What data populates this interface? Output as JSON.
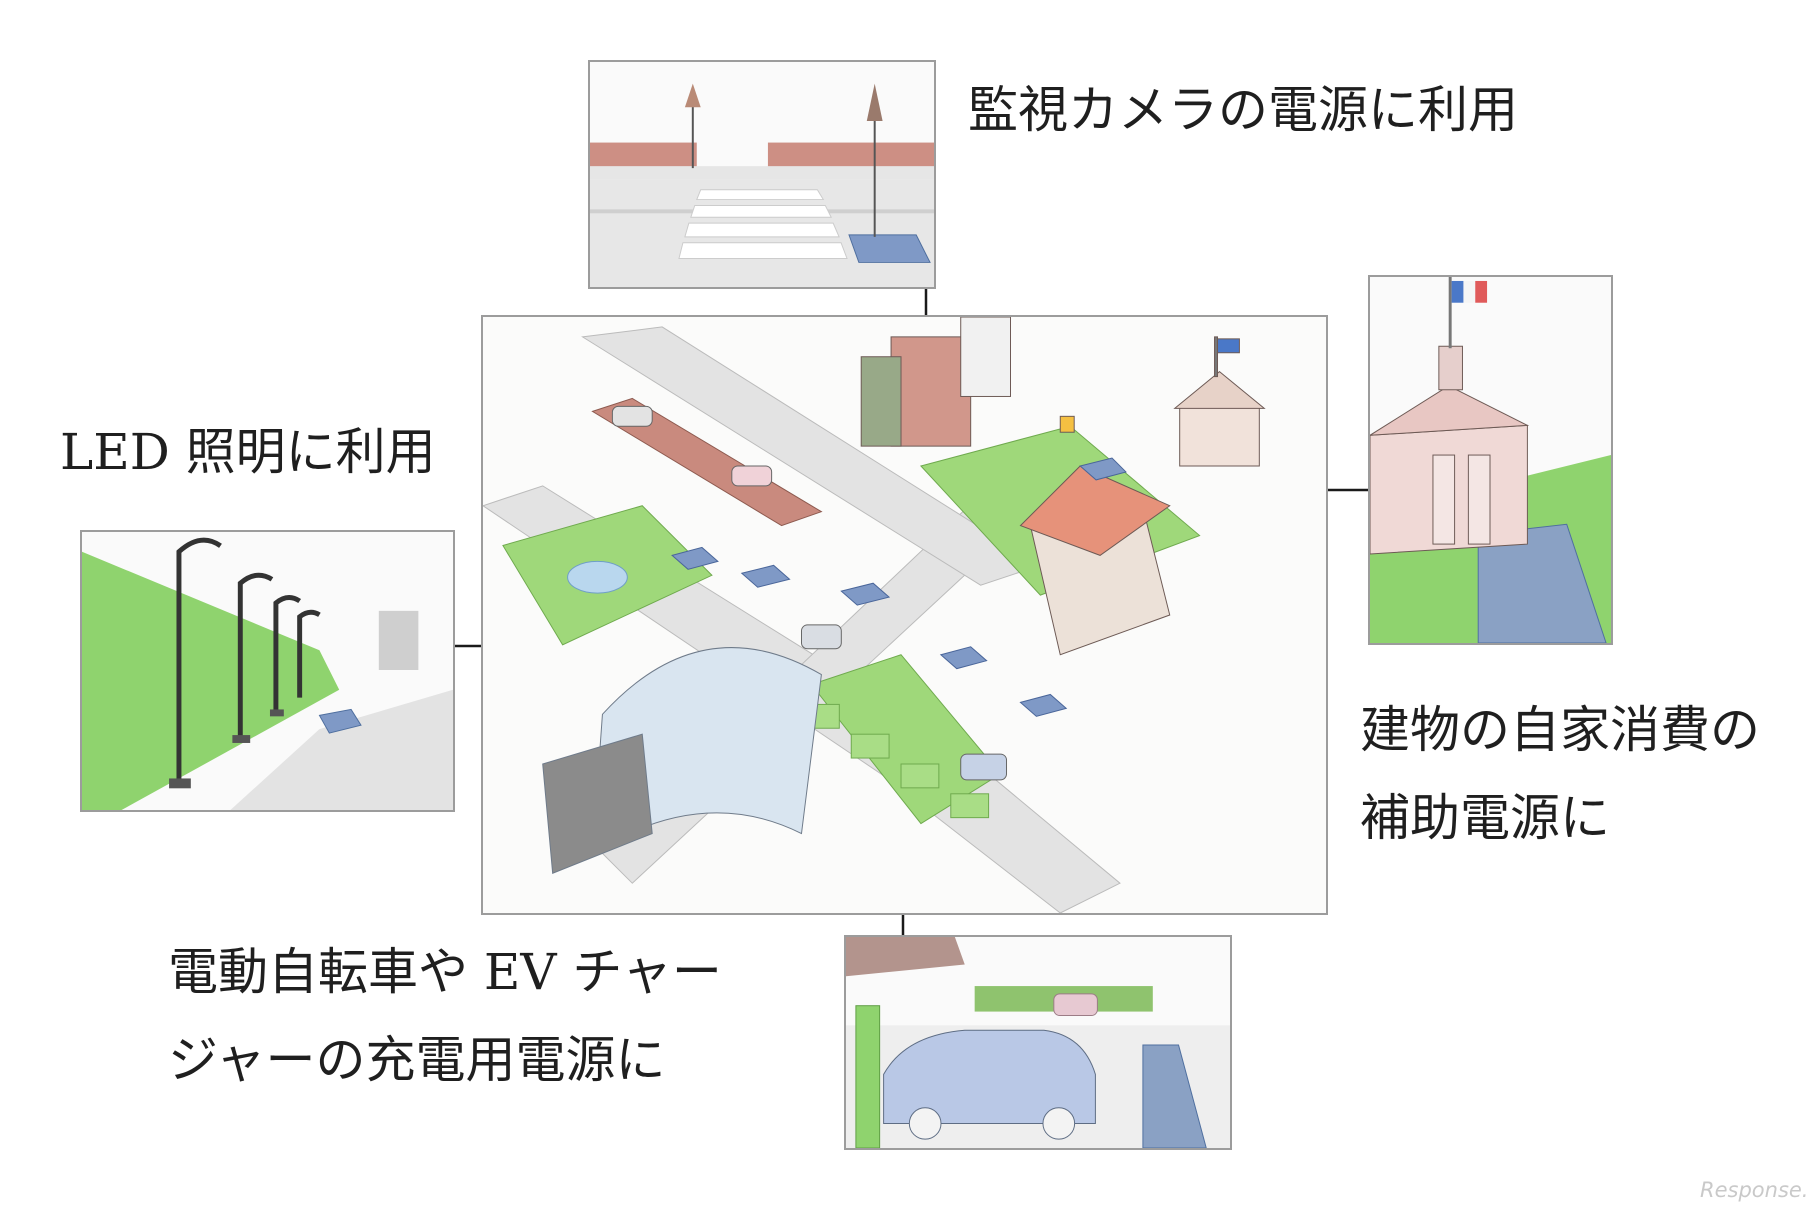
{
  "captions": {
    "camera": "監視カメラの電源に利用",
    "led": "LED 照明に利用",
    "building_line1": "建物の自家消費の",
    "building_line2": "補助電源に",
    "ev_line1": "電動自転車や EV チャー",
    "ev_line2": "ジャーの充電用電源に"
  },
  "watermark": "Response.",
  "colors": {
    "panel_border": "#9c9c9c",
    "grass": "#8fd36e",
    "road": "#e4e4e4",
    "brick": "#c98a7e",
    "solar_panel": "#8aa1c4",
    "car": "#b9c8e6",
    "line": "#1a1a1a"
  },
  "icons": {
    "camera_panel": "crosswalk-solar-road-illustration",
    "led_panel": "street-lamp-row-illustration",
    "building_panel": "town-hall-illustration",
    "ev_panel": "ev-charging-car-illustration",
    "central_map": "solar-road-town-map-illustration"
  }
}
